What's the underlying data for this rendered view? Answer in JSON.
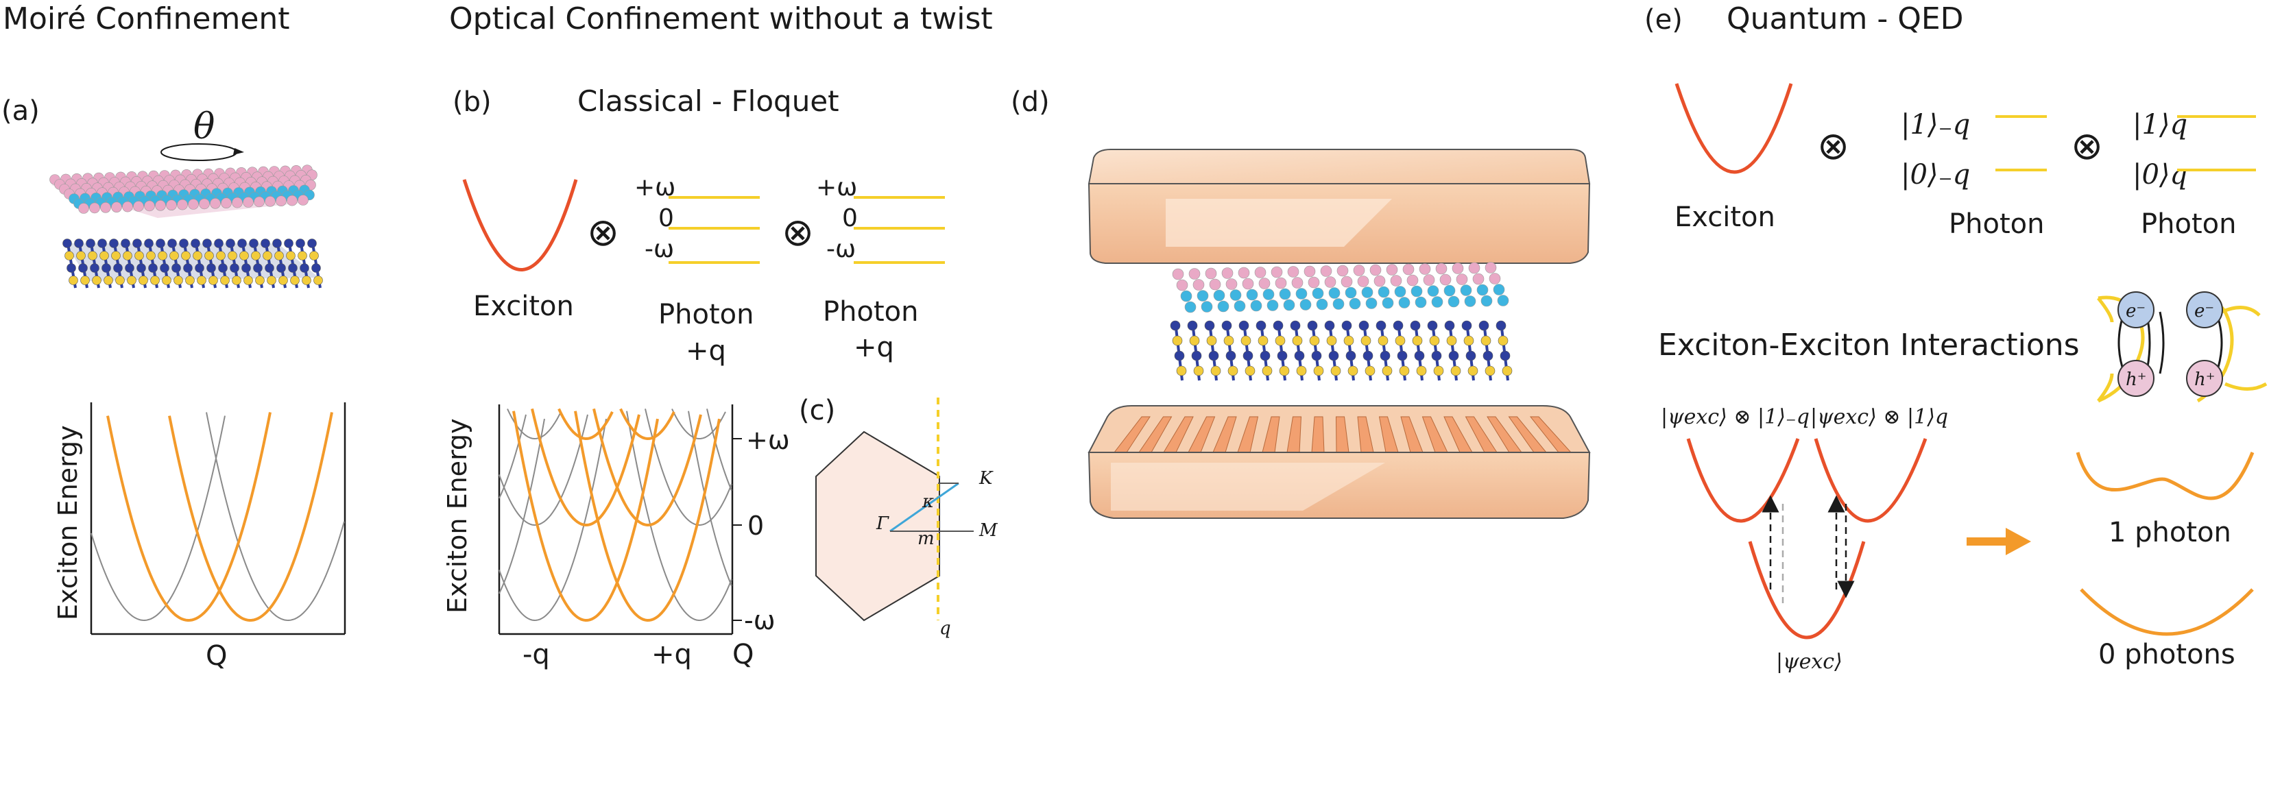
{
  "headings": {
    "moire": "Moiré Confinement",
    "optical": "Optical Confinement without a twist",
    "e_label": "(e)",
    "qed": "Quantum - QED"
  },
  "panel_labels": {
    "a": "(a)",
    "b": "(b)",
    "c": "(c)",
    "d": "(d)"
  },
  "panel_a": {
    "theta": "θ",
    "ylabel": "Exciton Energy",
    "xlabel": "Q"
  },
  "panel_b": {
    "title": "Classical - Floquet",
    "exciton": "Exciton",
    "otimes": "⊗",
    "levels": [
      "+ω",
      "0",
      "-ω"
    ],
    "photon": "Photon",
    "plus_q": "+q"
  },
  "panel_b_plot": {
    "ylabel": "Exciton Energy",
    "ytick_labels": [
      "+ω",
      "0",
      "-ω"
    ],
    "xtick_labels": [
      "-q",
      "+q"
    ],
    "xlabel": "Q"
  },
  "panel_c": {
    "gamma": "Γ",
    "kappa": "κ",
    "k": "K",
    "m": "m",
    "M": "M",
    "q": "q"
  },
  "panel_e": {
    "exciton": "Exciton",
    "photon": "Photon",
    "ket1_mq": "|1⟩₋q",
    "ket0_mq": "|0⟩₋q",
    "ket1_q": "|1⟩q",
    "ket0_q": "|0⟩q",
    "interactions_title": "Exciton-Exciton Interactions",
    "psi_1mq": "|ψexc⟩ ⊗ |1⟩₋q",
    "psi_1q": "|ψexc⟩ ⊗ |1⟩q",
    "psi": "|ψexc⟩",
    "one_photon": "1 photon",
    "zero_photons": "0 photons",
    "electron": "e⁻",
    "hole": "h⁺"
  },
  "colors": {
    "orange": "#f39a2a",
    "red": "#e8502a",
    "yellow": "#f5cf2a",
    "gray": "#8a8a8a",
    "pink": "#e9a9c6",
    "cyan": "#3fb5e0",
    "blue": "#2e3f9e",
    "gold": "#f2cc3c",
    "cavity": "#f8d5b8"
  }
}
